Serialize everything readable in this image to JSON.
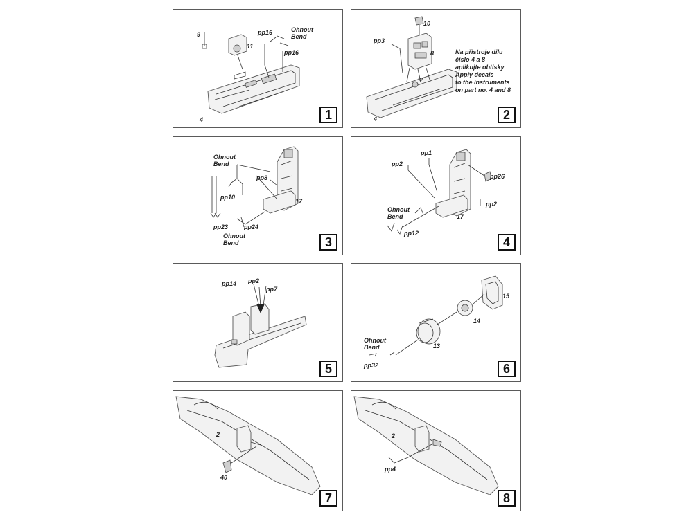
{
  "panels": [
    {
      "number": "1",
      "labels": {
        "p9": "9",
        "p11": "11",
        "pp16a": "pp16",
        "pp16b": "pp16",
        "bend_cz": "Ohnout",
        "bend_en": "Bend",
        "p4": "4"
      }
    },
    {
      "number": "2",
      "labels": {
        "p10": "10",
        "pp3": "pp3",
        "p8": "8",
        "p4": "4"
      },
      "note": [
        "Na přistroje dilu",
        "čislo 4 a 8",
        "aplikujte obtisky",
        "Apply decals",
        "to the instruments",
        "on part no. 4 and 8"
      ]
    },
    {
      "number": "3",
      "labels": {
        "bend1_cz": "Ohnout",
        "bend1_en": "Bend",
        "pp8": "pp8",
        "pp10": "pp10",
        "p17": "17",
        "pp23": "pp23",
        "pp24": "pp24",
        "bend2_cz": "Ohnout",
        "bend2_en": "Bend"
      }
    },
    {
      "number": "4",
      "labels": {
        "pp1": "pp1",
        "pp2a": "pp2",
        "pp26": "pp26",
        "pp2b": "pp2",
        "bend_cz": "Ohnout",
        "bend_en": "Bend",
        "p17": "17",
        "pp12": "pp12"
      }
    },
    {
      "number": "5",
      "labels": {
        "pp14": "pp14",
        "pp2": "pp2",
        "pp7": "pp7"
      }
    },
    {
      "number": "6",
      "labels": {
        "p15": "15",
        "p14": "14",
        "p13": "13",
        "bend_cz": "Ohnout",
        "bend_en": "Bend",
        "pp32": "pp32"
      }
    },
    {
      "number": "7",
      "labels": {
        "p2": "2",
        "p40": "40"
      }
    },
    {
      "number": "8",
      "labels": {
        "p2": "2",
        "pp4": "pp4"
      }
    }
  ]
}
